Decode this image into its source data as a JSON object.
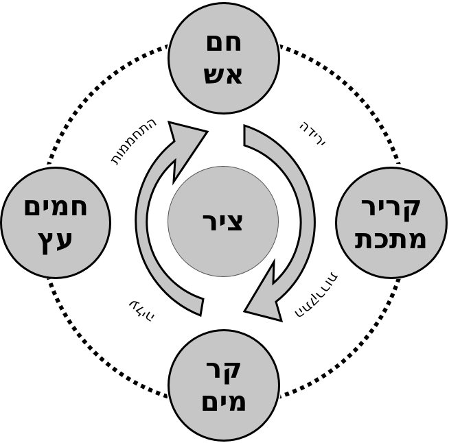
{
  "diagram": {
    "center": {
      "label": "ציר"
    },
    "nodes": {
      "top": {
        "line1": "חם",
        "line2": "אש"
      },
      "right": {
        "line1": "קריר",
        "line2": "מתכת"
      },
      "bottom": {
        "line1": "קר",
        "line2": "מים"
      },
      "left": {
        "line1": "חמים",
        "line2": "עץ"
      }
    },
    "arrow_labels": {
      "warming": "התחממות",
      "descent": "ירידה",
      "cooling": "התקררות",
      "ascent": "עליה"
    },
    "colors": {
      "node_fill": "#c6c6c6",
      "arrow_fill": "#c6c6c6",
      "stroke": "#000000",
      "background": "#ffffff"
    }
  }
}
